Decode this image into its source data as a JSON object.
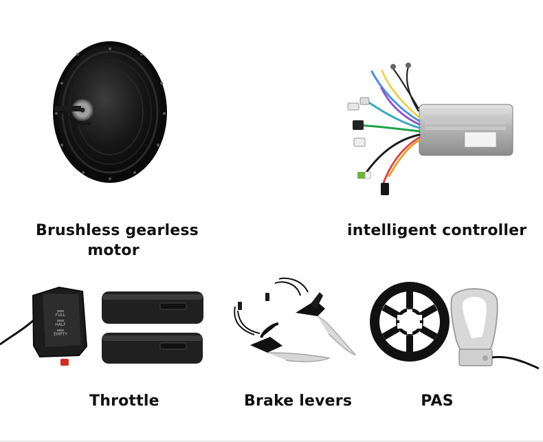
{
  "products": {
    "motor": {
      "label_line1": "Brushless gearless",
      "label_line2": "motor"
    },
    "controller": {
      "label": "intelligent controller"
    },
    "throttle": {
      "label": "Throttle",
      "indicator": [
        "FULL",
        "HALF",
        "EMPTY"
      ]
    },
    "brake": {
      "label": "Brake levers"
    },
    "pas": {
      "label": "PAS"
    }
  },
  "colors": {
    "metal_black": "#151515",
    "silver": "#c9c9c9",
    "throttle_accent": "#cc2f21"
  }
}
